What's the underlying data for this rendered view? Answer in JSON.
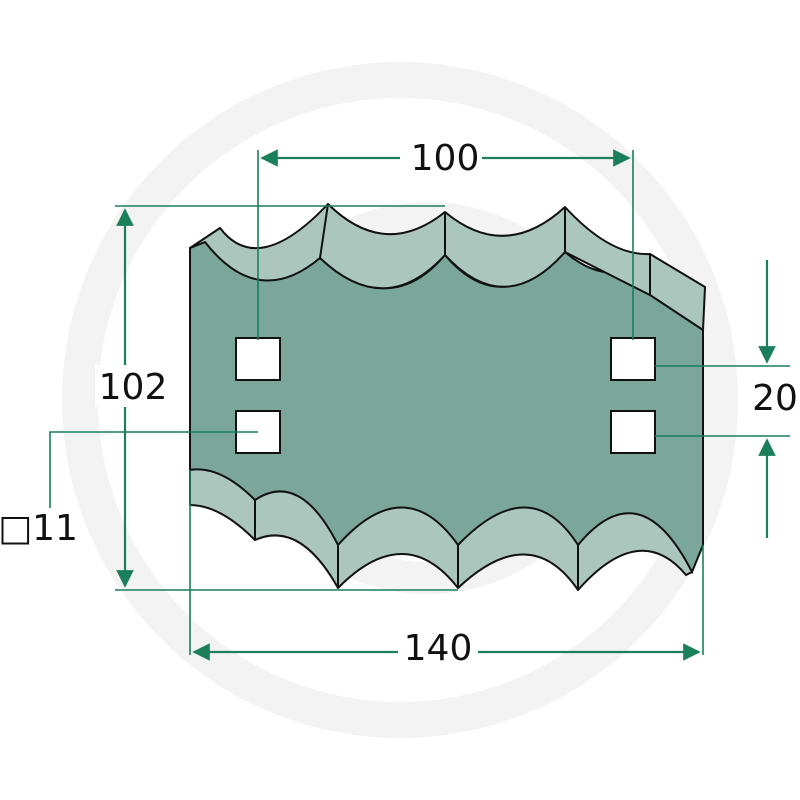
{
  "diagram": {
    "dimensions": {
      "hole_spacing": "100",
      "height": "102",
      "width": "140",
      "hole_pitch": "20",
      "hole_size": "□11"
    },
    "colors": {
      "blade_face": "#7aa79a",
      "blade_bevel": "#abc6bd",
      "dimension_line": "#1a7f5a",
      "outline": "#111111",
      "watermark": "#f2f2f2"
    },
    "icons": {
      "square_hole": "square-hole-icon",
      "watermark_logo": "granit-logo-watermark"
    }
  }
}
